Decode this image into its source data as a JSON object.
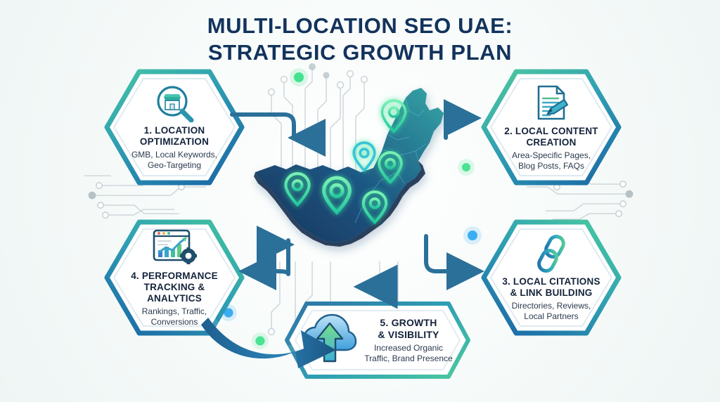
{
  "title": {
    "line1": "MULTI-LOCATION SEO UAE:",
    "line2": "STRATEGIC GROWTH PLAN",
    "color": "#12335c"
  },
  "theme": {
    "background": "#f4f9f8",
    "deep_blue": "#14233b",
    "arrow_blue": "#2b7099",
    "hex_border_top": "#3fbfa6",
    "hex_border_bottom": "#1d6ea8",
    "pin_green": "#46e08c",
    "map_dark": "#123a63",
    "map_teal": "#2e9e9e"
  },
  "center_graphic": {
    "name": "uae-map",
    "pin_count": 6,
    "pins": [
      {
        "label": "pin-1"
      },
      {
        "label": "pin-2"
      },
      {
        "label": "pin-3"
      },
      {
        "label": "pin-4"
      },
      {
        "label": "pin-5"
      },
      {
        "label": "pin-6"
      }
    ]
  },
  "steps": [
    {
      "id": "hex1",
      "icon": "storefront-magnifier-icon",
      "title_line1": "1. LOCATION",
      "title_line2": "OPTIMIZATION",
      "sub_line1": "GMB, Local Keywords,",
      "sub_line2": "Geo-Targeting"
    },
    {
      "id": "hex2",
      "icon": "document-pencil-icon",
      "title_line1": "2. LOCAL CONTENT",
      "title_line2": "CREATION",
      "sub_line1": "Area-Specific Pages,",
      "sub_line2": "Blog Posts, FAQs"
    },
    {
      "id": "hex3",
      "icon": "chain-link-icon",
      "title_line1": "3. LOCAL CITATIONS",
      "title_line2": "& LINK BUILDING",
      "sub_line1": "Directories, Reviews,",
      "sub_line2": "Local Partners"
    },
    {
      "id": "hex4",
      "icon": "analytics-dashboard-gear-icon",
      "title_line1": "4. PERFORMANCE",
      "title_line2": "TRACKING & ANALYTICS",
      "sub_line1": "Rankings, Traffic,",
      "sub_line2": "Conversions"
    },
    {
      "id": "hex5",
      "icon": "cloud-up-arrow-icon",
      "title_line1": "5. GROWTH",
      "title_line2": "& VISIBILITY",
      "sub_line1": "Increased Organic",
      "sub_line2": "Traffic, Brand Presence"
    }
  ],
  "connectors": [
    {
      "name": "arrow-step1-to-map",
      "from": "hex1",
      "to": "map"
    },
    {
      "name": "arrow-map-to-step2",
      "from": "map",
      "to": "hex2"
    },
    {
      "name": "arrow-map-to-step3",
      "from": "map",
      "to": "hex3"
    },
    {
      "name": "arrow-map-to-step4",
      "from": "map",
      "to": "hex4"
    },
    {
      "name": "arrow-map-to-step5",
      "from": "map",
      "to": "hex5"
    },
    {
      "name": "arrow-step4-to-step5",
      "from": "hex4",
      "to": "hex5"
    }
  ]
}
